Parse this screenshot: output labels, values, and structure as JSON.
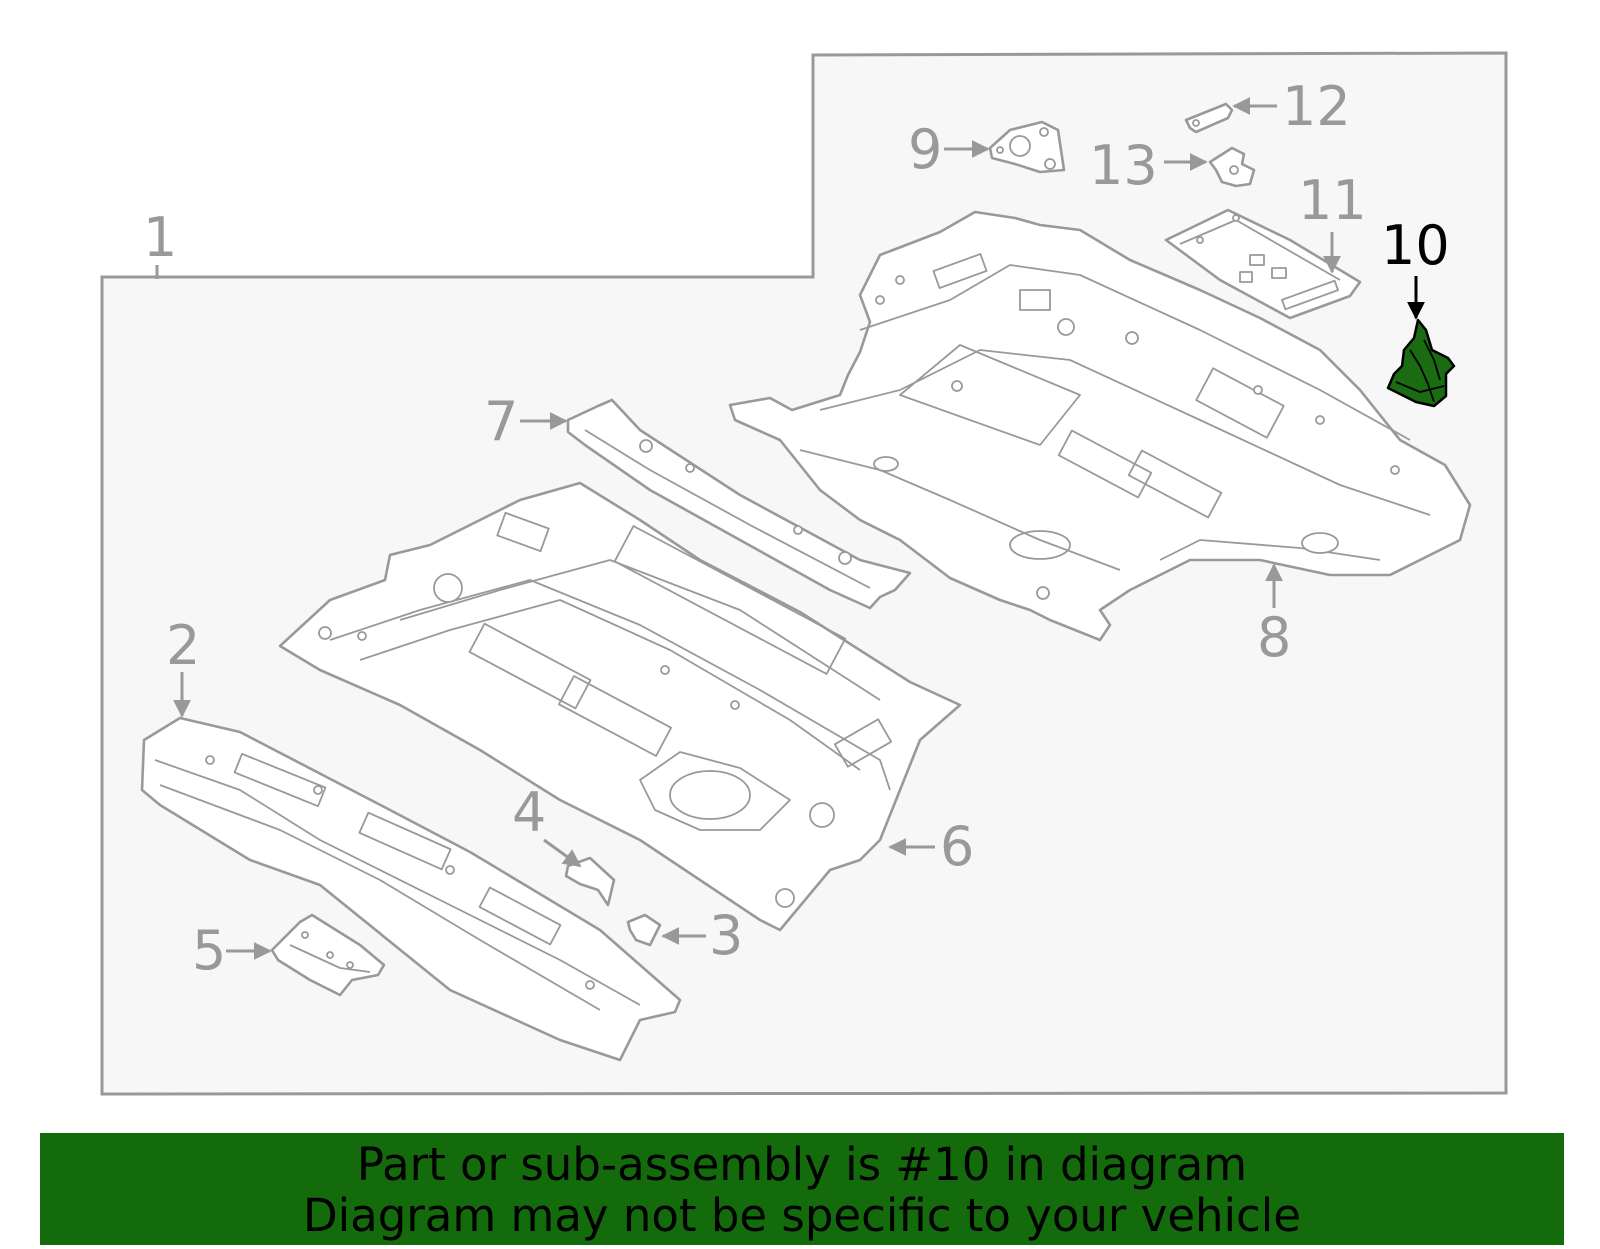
{
  "callouts": {
    "c1": "1",
    "c2": "2",
    "c3": "3",
    "c4": "4",
    "c5": "5",
    "c6": "6",
    "c7": "7",
    "c8": "8",
    "c9": "9",
    "c10": "10",
    "c11": "11",
    "c12": "12",
    "c13": "13"
  },
  "highlight": {
    "part_number": "10",
    "color": "#136b0c"
  },
  "banner": {
    "line1": "Part or sub-assembly is #10 in diagram",
    "line2": "Diagram may not be specific to your vehicle"
  }
}
